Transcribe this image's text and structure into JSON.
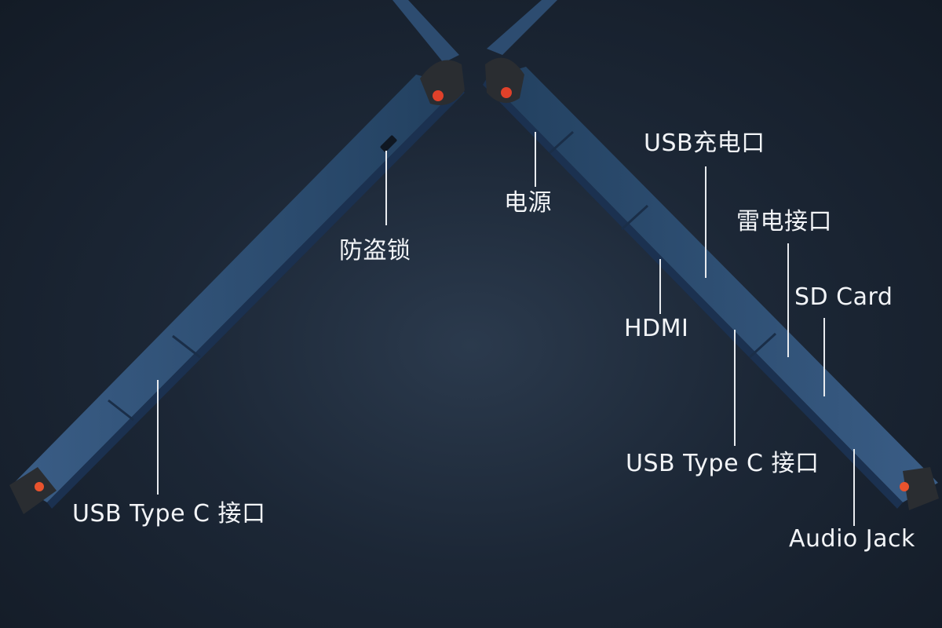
{
  "left_ports": {
    "lock_label": "防盗锁",
    "usbc_label": "USB Type C 接口"
  },
  "right_ports": {
    "power_label": "电源",
    "usb_charge_label": "USB充电口",
    "thunderbolt_label": "雷电接口",
    "hdmi_label": "HDMI",
    "sd_card_label": "SD Card",
    "usbc_label": "USB Type C 接口",
    "audio_label": "Audio Jack"
  },
  "colors": {
    "body_blue": "#2f4f76",
    "edge_dark": "#20354f",
    "hinge_dark": "#2a2d31",
    "hinge_red": "#e0412a",
    "foot_orange": "#e9532d"
  }
}
